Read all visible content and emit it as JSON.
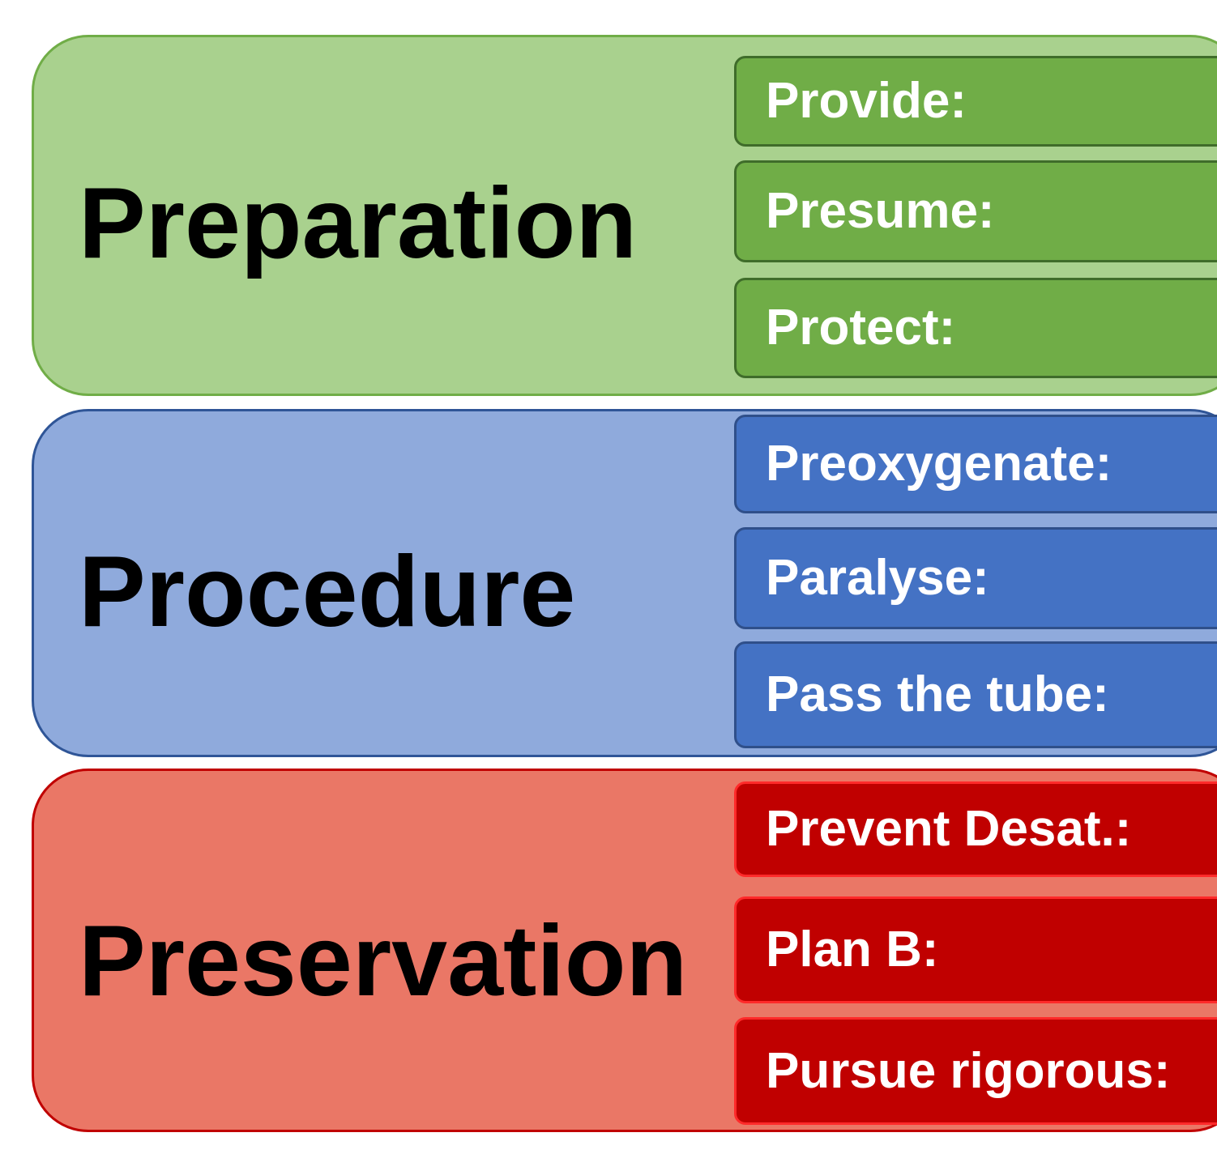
{
  "colors": {
    "preparation_fill": "#a9d18e",
    "preparation_border": "#70ad47",
    "preparation_step_fill": "#70ad47",
    "preparation_step_border": "#3f6c2a",
    "procedure_fill": "#8faadc",
    "procedure_border": "#2f5597",
    "procedure_step_fill": "#4472c4",
    "procedure_step_border": "#2f4f8a",
    "preservation_fill": "#ea7766",
    "preservation_border": "#c00000",
    "preservation_step_fill": "#c00000",
    "preservation_step_border": "#ff2a2a"
  },
  "phases": [
    {
      "title": "Preparation",
      "steps": [
        "Provide:",
        "Presume:",
        "Protect:"
      ]
    },
    {
      "title": "Procedure",
      "steps": [
        "Preoxygenate:",
        "Paralyse:",
        "Pass the tube:"
      ]
    },
    {
      "title": "Preservation",
      "steps": [
        "Prevent Desat.:",
        "Plan B:",
        "Pursue rigorous:"
      ]
    }
  ]
}
